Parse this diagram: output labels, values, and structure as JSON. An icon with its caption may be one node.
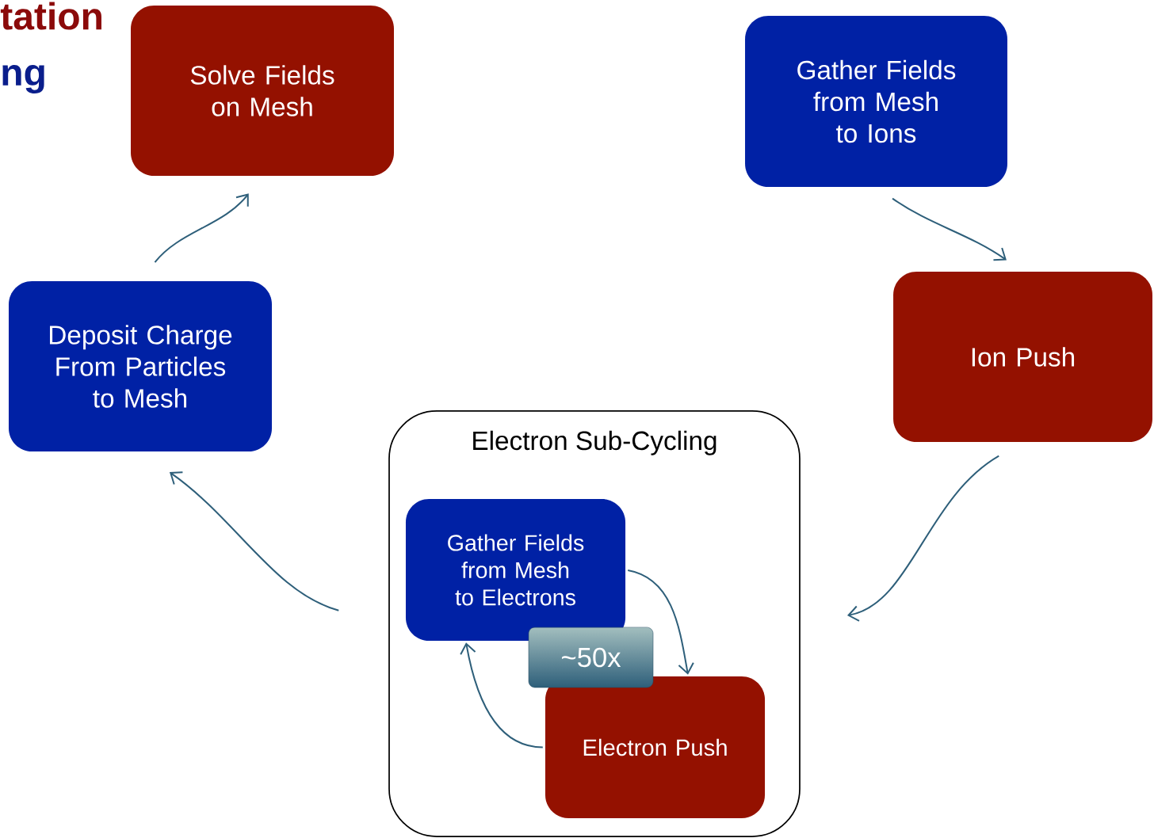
{
  "diagram": {
    "nodes": [
      {
        "text": [
          "Solve Fields on Mesh"
        ]
      },
      {
        "text": [
          "Gather Fields from Mesh to Ions"
        ]
      },
      {
        "text": [
          "Ion Push"
        ]
      },
      {
        "text": [
          "Electron Sub-Cycling"
        ]
      },
      {
        "text": [
          "Gather Fields from Mesh to Electrons"
        ],
        "in": 3
      },
      {
        "text": [
          "Electron Push"
        ],
        "in": 3
      },
      {
        "text": [
          "~50x"
        ],
        "in": 3
      },
      {
        "text": [
          "Deposit Charge From Particles to Mesh"
        ]
      }
    ],
    "edges": [
      {
        "from": 7,
        "to": 0,
        "arrow": "to"
      },
      {
        "from": 1,
        "to": 2,
        "arrow": "to"
      },
      {
        "from": 2,
        "to": 3,
        "arrow": "to"
      },
      {
        "from": 3,
        "to": 7,
        "arrow": "to"
      },
      {
        "from": 4,
        "to": 5,
        "arrow": "to"
      },
      {
        "from": 5,
        "to": 4,
        "arrow": "to"
      }
    ],
    "labels": [
      "tation",
      "ng"
    ]
  }
}
